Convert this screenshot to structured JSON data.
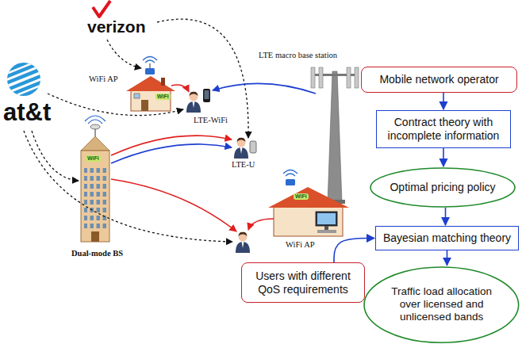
{
  "diagram": {
    "nodes": [
      {
        "text": [
          "Mobile network operator"
        ]
      },
      {
        "text": [
          "Contract theory with incomplete information"
        ]
      },
      {
        "text": [
          "Optimal pricing policy"
        ]
      },
      {
        "text": [
          "Bayesian matching theory"
        ]
      },
      {
        "text": [
          "Users with different QoS requirements"
        ]
      },
      {
        "text": [
          "Traffic load allocation over licensed and unlicensed bands"
        ]
      }
    ],
    "edges": [
      {
        "from": 0,
        "to": 1,
        "arrow": "to"
      },
      {
        "from": 1,
        "to": 2,
        "arrow": "to"
      },
      {
        "from": 2,
        "to": 3,
        "arrow": "to"
      },
      {
        "from": 3,
        "to": 5,
        "arrow": "to"
      },
      {
        "from": 4,
        "to": 3,
        "arrow": "to"
      }
    ],
    "labels": [
      "verizon",
      "at&t",
      "WiFi AP",
      "WiFi",
      "LTE macro base station",
      "LTE-WiFi",
      "WiFi",
      "LTE-U",
      "WiFi",
      "WiFi AP",
      "Dual-mode BS"
    ]
  }
}
